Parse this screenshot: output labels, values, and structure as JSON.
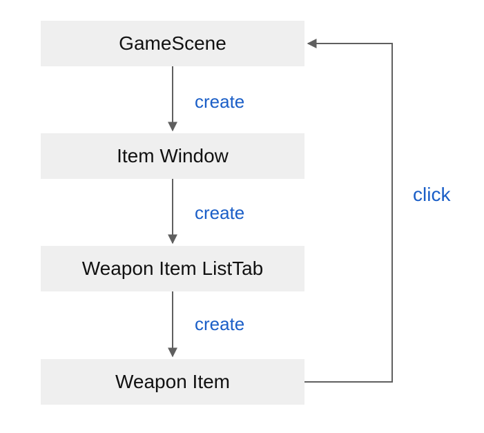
{
  "nodes": {
    "game_scene": "GameScene",
    "item_window": "Item Window",
    "weapon_item_list_tab": "Weapon Item ListTab",
    "weapon_item": "Weapon Item"
  },
  "edges": {
    "create_1": "create",
    "create_2": "create",
    "create_3": "create",
    "click": "click"
  },
  "colors": {
    "node_fill": "#efefef",
    "arrow": "#5f5f5f",
    "edge_label": "#1a5ec7",
    "node_text": "#111111"
  }
}
